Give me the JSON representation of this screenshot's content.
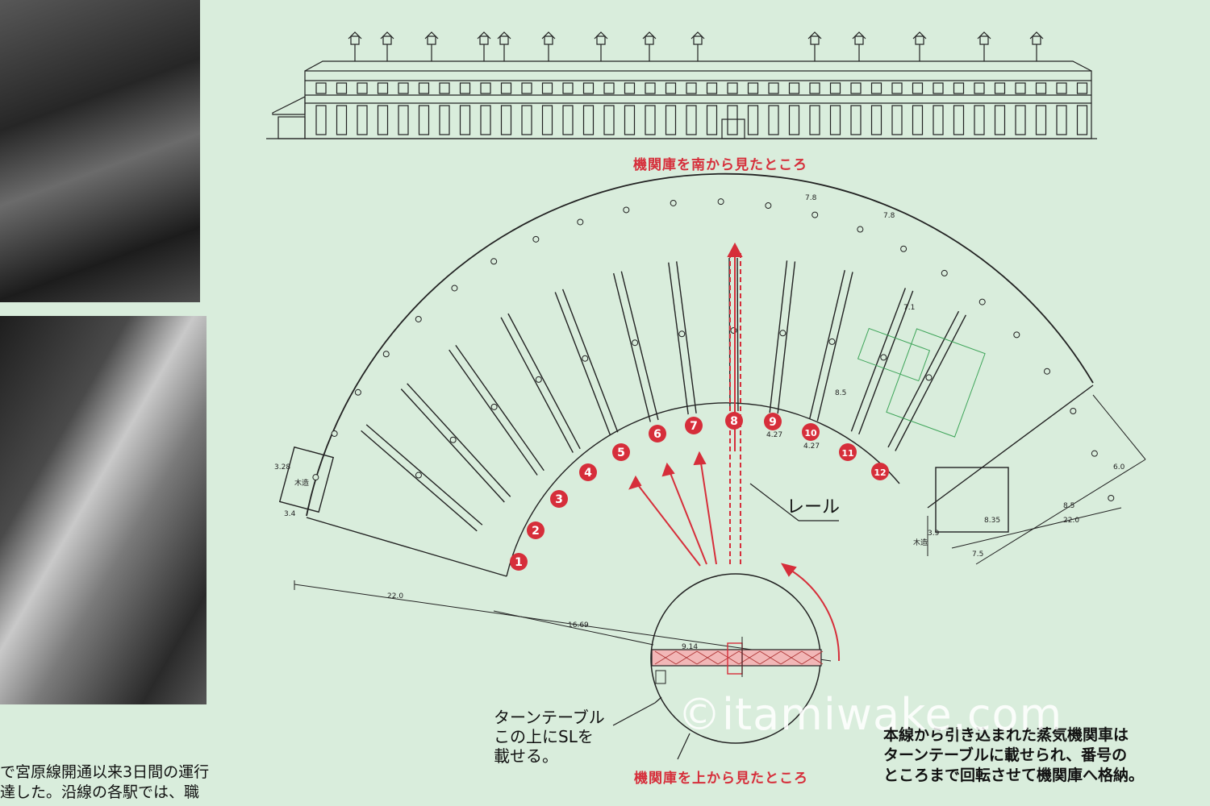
{
  "colors": {
    "background": "#d9eddc",
    "accent": "#d62e3a",
    "line": "#222222"
  },
  "captions": {
    "elevation": "機関庫を南から見たところ",
    "plan": "機関庫を上から見たところ"
  },
  "labels": {
    "rail": "レール",
    "turntable": [
      "ターンテーブル",
      "この上にSLを",
      "載せる。"
    ],
    "wood": "木造"
  },
  "description": [
    "本線から引き込まれた蒸気機関車は",
    "ターンテーブルに載せられ、番号の",
    "ところまで回転させて機関庫へ格納。"
  ],
  "left_text": [
    "で宮原線開通以来3日間の運行",
    "達した。沿線の各駅では、職"
  ],
  "stall_numbers": [
    "1",
    "2",
    "3",
    "4",
    "5",
    "6",
    "7",
    "8",
    "9",
    "10",
    "11",
    "12"
  ],
  "dimensions": [
    "22.0",
    "16.69",
    "9.14",
    "7.8",
    "7.8",
    "4.27",
    "4.27",
    "3.4",
    "3.28",
    "3.9",
    "6.0",
    "8.5",
    "22.0",
    "8.35",
    "7.5",
    "8.5",
    "7.1"
  ],
  "watermark": "©itamiwake.com"
}
